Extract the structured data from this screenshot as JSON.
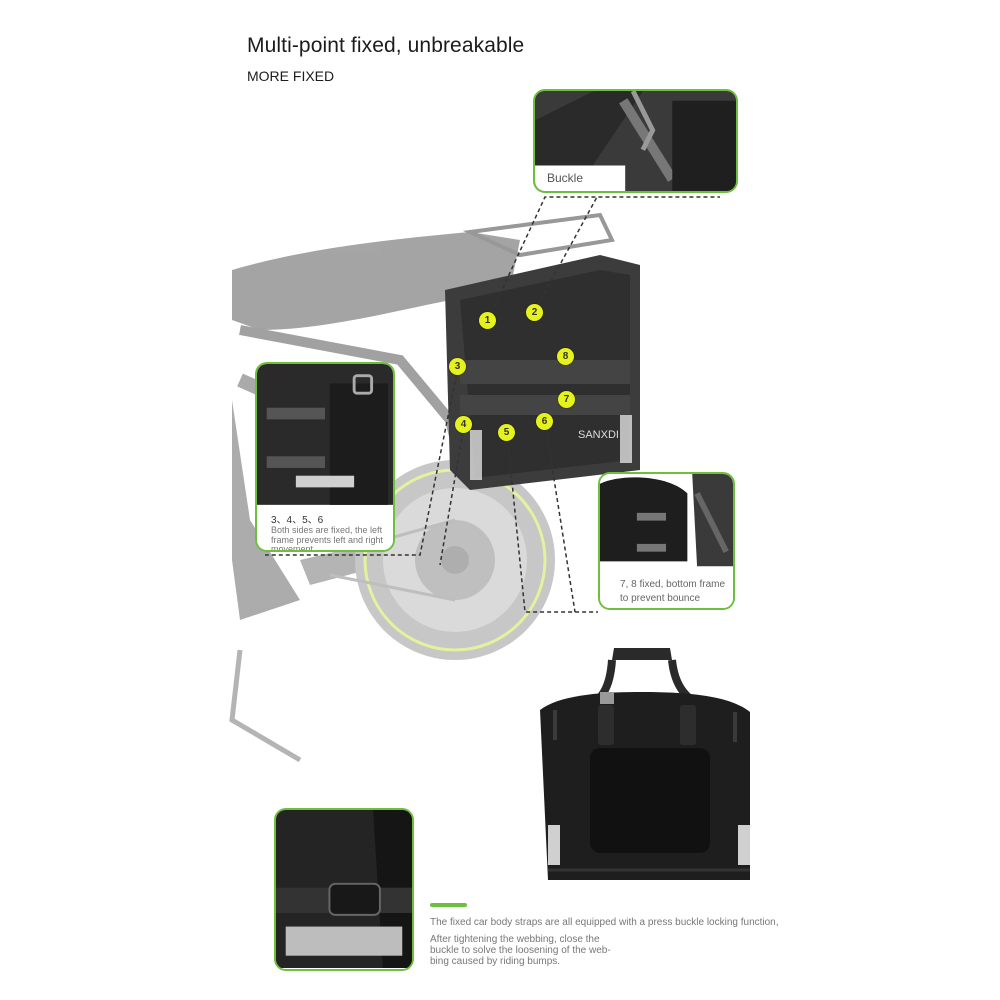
{
  "header": {
    "title": "Multi-point fixed, unbreakable",
    "subtitle": "MORE FIXED"
  },
  "callouts": {
    "buckle": {
      "label": "Buckle"
    },
    "side": {
      "numbers": "3、4、5、6",
      "text_1": "Both sides are fixed, the left",
      "text_2": "frame prevents left and right",
      "text_3": "movement"
    },
    "bottom": {
      "text_1": "7, 8 fixed, bottom frame",
      "text_2": "to prevent bounce"
    }
  },
  "markers": [
    "1",
    "2",
    "3",
    "4",
    "5",
    "6",
    "7",
    "8"
  ],
  "brand": "SANXDI",
  "caption": {
    "main": "The fixed car body straps are all equipped with a press buckle locking function,",
    "sub_1": "After tightening the webbing, close the",
    "sub_2": "buckle to solve the loosening of the web-",
    "sub_3": "bing caused by riding bumps."
  },
  "colors": {
    "accent_green": "#6fbf3f",
    "marker_yellow": "#e6f21c",
    "bag_black": "#1e1e1e"
  }
}
